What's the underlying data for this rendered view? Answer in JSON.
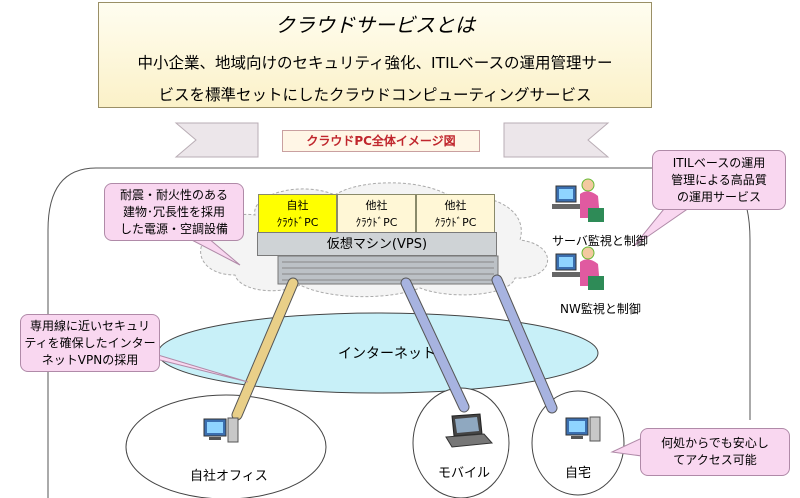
{
  "header": {
    "title": "クラウドサービスとは",
    "line1": "中小企業、地域向けのセキュリティ強化、ITILベースの運用管理サー",
    "line2": "ビスを標準セットにしたクラウドコンピューティングサービス"
  },
  "subtitle": "クラウドPC全体イメージ図",
  "callouts": {
    "facility": [
      "耐震・耐火性のある",
      "建物･冗長性を採用",
      "した電源・空調設備"
    ],
    "itil": [
      "ITILベースの運用",
      "管理による高品質",
      "の運用サービス"
    ],
    "vpn": [
      "専用線に近いセキュリ",
      "ティを確保したインター",
      "ネットVPNの採用"
    ],
    "anywhere": [
      "何処からでも安心し",
      "てアクセス可能"
    ]
  },
  "cloud_pc": {
    "cells": [
      {
        "company": "自社",
        "label": "ｸﾗｳﾄﾞPC",
        "color": "#ffff00"
      },
      {
        "company": "他社",
        "label": "ｸﾗｳﾄﾞPC",
        "color": "#fff7d6"
      },
      {
        "company": "他社",
        "label": "ｸﾗｳﾄﾞPC",
        "color": "#fff7d6"
      }
    ],
    "vps": "仮想マシン(VPS)"
  },
  "operators": {
    "server": "サーバ監視と制御",
    "network": "NW監視と制御"
  },
  "internet": "インターネット",
  "endpoints": {
    "office": "自社オフィス",
    "mobile": "モバイル",
    "home": "自宅"
  }
}
